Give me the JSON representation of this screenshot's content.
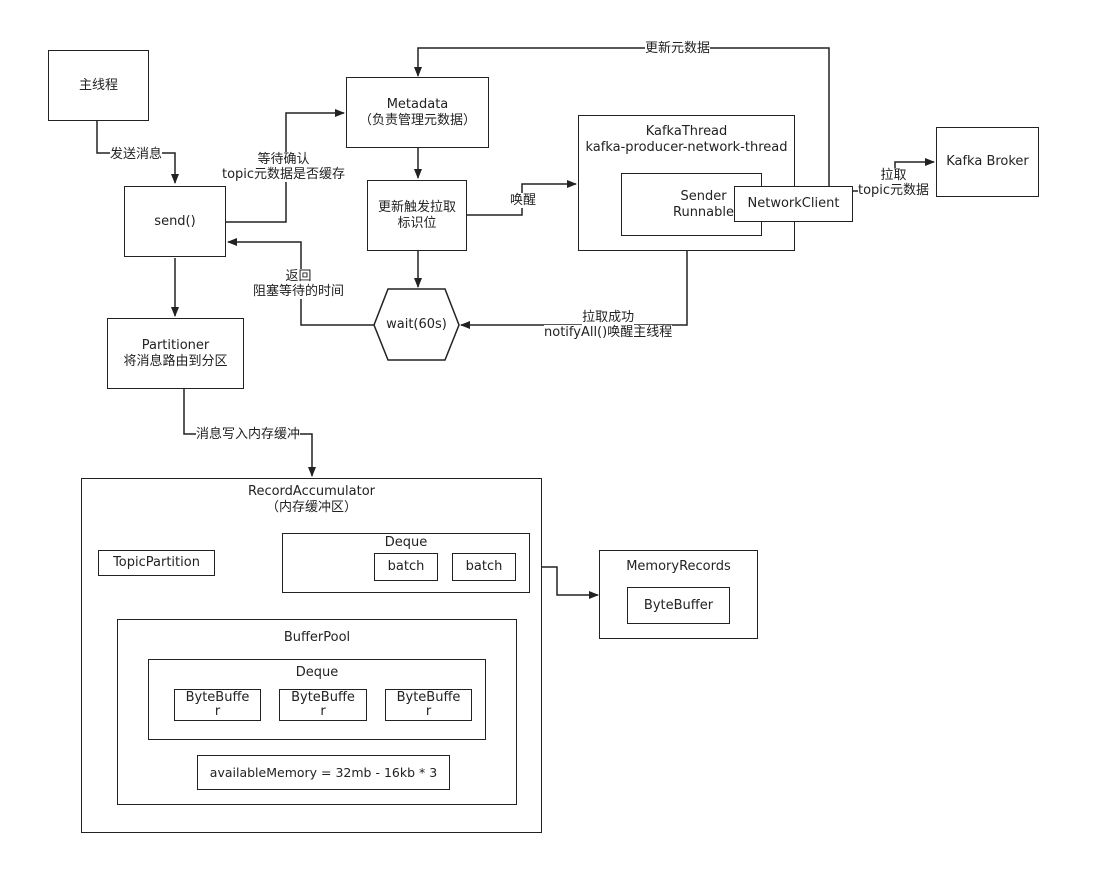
{
  "nodes": {
    "main_thread": "主线程",
    "send": "send()",
    "metadata_title": "Metadata",
    "metadata_sub": "（负责管理元数据）",
    "update_flag_1": "更新触发拉取",
    "update_flag_2": "标识位",
    "wait": "wait(60s)",
    "partitioner_title": "Partitioner",
    "partitioner_sub": "将消息路由到分区",
    "kafka_thread_title": "KafkaThread",
    "kafka_thread_sub": "kafka-producer-network-thread",
    "sender_1": "Sender",
    "sender_2": "Runnable",
    "network_client": "NetworkClient",
    "kafka_broker": "Kafka Broker",
    "record_acc_title": "RecordAccumulator",
    "record_acc_sub": "（内存缓冲区）",
    "topic_partition": "TopicPartition",
    "deque_top": "Deque",
    "batch_1": "batch",
    "batch_2": "batch",
    "memory_records": "MemoryRecords",
    "byte_buffer_right": "ByteBuffer",
    "buffer_pool": "BufferPool",
    "deque_pool": "Deque",
    "pool_buf_1_a": "ByteBuffe",
    "pool_buf_1_b": "r",
    "pool_buf_2_a": "ByteBuffe",
    "pool_buf_2_b": "r",
    "pool_buf_3_a": "ByteBuffe",
    "pool_buf_3_b": "r",
    "available_memory": "availableMemory = 32mb - 16kb * 3"
  },
  "edge_labels": {
    "send_msg": "发送消息",
    "wait_confirm_1": "等待确认",
    "wait_confirm_2": "topic元数据是否缓存",
    "wakeup": "唤醒",
    "update_metadata": "更新元数据",
    "fetch_1": "拉取",
    "fetch_2": "topic元数据",
    "return_1": "返回",
    "return_2": "阻塞等待的时间",
    "fetch_ok_1": "拉取成功",
    "fetch_ok_2": "notifyAll()唤醒主线程",
    "write_buffer": "消息写入内存缓冲"
  },
  "colors": {
    "stroke": "#222222",
    "background": "#ffffff"
  }
}
